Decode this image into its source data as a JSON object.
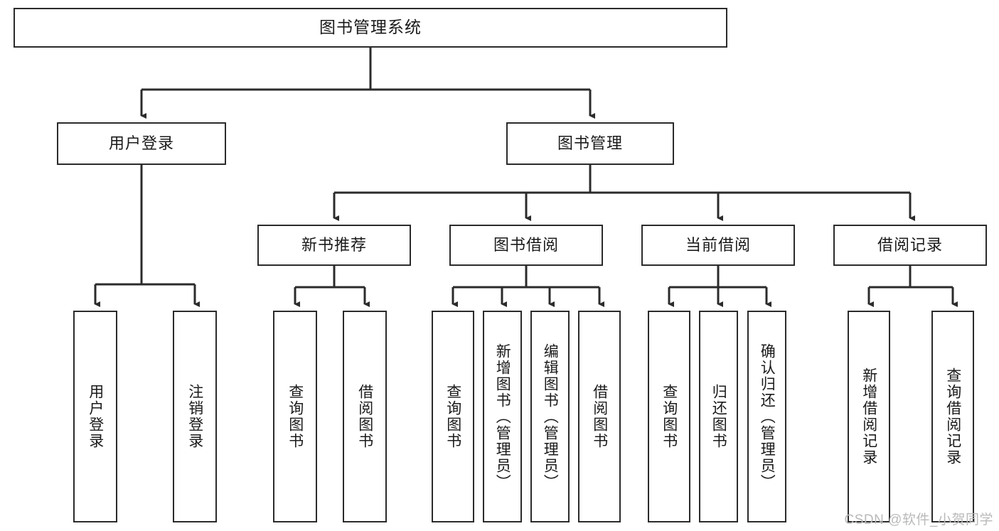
{
  "diagram": {
    "title": "图书管理系统",
    "type": "functional-structure-tree",
    "watermark": "CSDN @软件_小贺同学",
    "colors": {
      "background": "#ffffff",
      "node_border": "#2b2b2b",
      "node_fill": "#ffffff",
      "edge": "#2b2b2b",
      "text": "#1a1a1a",
      "watermark": "#b9b9b9"
    },
    "nodes": {
      "root": {
        "label": "图书管理系统"
      },
      "level1": [
        {
          "id": "user-login",
          "label": "用户登录"
        },
        {
          "id": "book-manage",
          "label": "图书管理"
        }
      ],
      "level2": [
        {
          "id": "new-book-recommend",
          "label": "新书推荐"
        },
        {
          "id": "book-borrow",
          "label": "图书借阅"
        },
        {
          "id": "current-borrow",
          "label": "当前借阅"
        },
        {
          "id": "borrow-record",
          "label": "借阅记录"
        }
      ],
      "leaves": {
        "user-login": [
          {
            "id": "leaf-user-login",
            "label": "用户登录"
          },
          {
            "id": "leaf-logout-login",
            "label": "注销登录"
          }
        ],
        "new-book-recommend": [
          {
            "id": "leaf-query-book-1",
            "label": "查询图书"
          },
          {
            "id": "leaf-borrow-book-1",
            "label": "借阅图书"
          }
        ],
        "book-borrow": [
          {
            "id": "leaf-query-book-2",
            "label": "查询图书"
          },
          {
            "id": "leaf-add-book-admin",
            "label": "新增图书（管理员）"
          },
          {
            "id": "leaf-edit-book-admin",
            "label": "编辑图书（管理员）"
          },
          {
            "id": "leaf-borrow-book-2",
            "label": "借阅图书"
          }
        ],
        "current-borrow": [
          {
            "id": "leaf-query-book-3",
            "label": "查询图书"
          },
          {
            "id": "leaf-return-book",
            "label": "归还图书"
          },
          {
            "id": "leaf-confirm-return-admin",
            "label": "确认归还（管理员）"
          }
        ],
        "borrow-record": [
          {
            "id": "leaf-add-borrow-record",
            "label": "新增借阅记录"
          },
          {
            "id": "leaf-query-borrow-record",
            "label": "查询借阅记录"
          }
        ]
      }
    }
  }
}
